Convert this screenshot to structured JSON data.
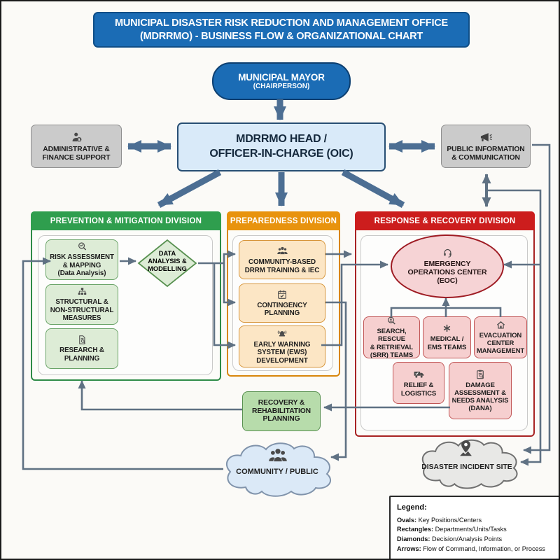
{
  "colors": {
    "primary_blue": "#1b6cb5",
    "head_fill": "#d9eaf9",
    "gray_box": "#cbcbcb",
    "green_header": "#2f9e4e",
    "green_box": "#ddecd6",
    "orange_header": "#e8930e",
    "orange_box": "#fce6c5",
    "red_header": "#cc1d1d",
    "pink_box": "#f6cfcf",
    "recovery_green": "#b7dcab",
    "arrow_thick": "#4c6e93",
    "arrow_thin": "#5f7183"
  },
  "title": {
    "line1": "MUNICIPAL DISASTER RISK REDUCTION AND MANAGEMENT OFFICE",
    "line2": "(MDRRMO) - BUSINESS FLOW & ORGANIZATIONAL CHART"
  },
  "mayor": {
    "line1": "MUNICIPAL MAYOR",
    "line2": "(CHAIRPERSON)"
  },
  "head": {
    "line1": "MDRRMO HEAD /",
    "line2": "OFFICER-IN-CHARGE (OIC)"
  },
  "admin": {
    "label": "ADMINISTRATIVE &\nFINANCE SUPPORT",
    "icon": "person-finance-icon"
  },
  "public_info": {
    "label": "PUBLIC INFORMATION\n& COMMUNICATION",
    "icon": "megaphone-icon"
  },
  "prevention": {
    "header": "PREVENTION & MITIGATION DIVISION",
    "boxes": [
      {
        "label": "RISK ASSESSMENT\n& MAPPING\n(Data Analysis)",
        "icon": "chart-search-icon"
      },
      {
        "label": "STRUCTURAL &\nNON-STRUCTURAL\nMEASURES",
        "icon": "hierarchy-icon"
      },
      {
        "label": "RESEARCH &\nPLANNING",
        "icon": "doc-search-icon"
      }
    ],
    "diamond": {
      "label": "DATA\nANALYSIS &\nMODELLING"
    }
  },
  "preparedness": {
    "header": "PREPAREDNESS DIVISION",
    "boxes": [
      {
        "label": "COMMUNITY-BASED\nDRRM TRAINING & IEC",
        "icon": "people-icon"
      },
      {
        "label": "CONTINGENCY\nPLANNING",
        "icon": "calendar-check-icon"
      },
      {
        "label": "EARLY WARNING\nSYSTEM (EWS)\nDEVELOPMENT",
        "icon": "siren-icon"
      }
    ]
  },
  "response": {
    "header": "RESPONSE & RECOVERY DIVISION",
    "eoc": {
      "label": "EMERGENCY\nOPERATIONS CENTER\n(EOC)",
      "icon": "headset-icon"
    },
    "teams": [
      {
        "label": "SEARCH, RESCUE\n& RETRIEVAL\n(SRR) TEAMS",
        "icon": "person-search-icon"
      },
      {
        "label": "MEDICAL /\nEMS TEAMS",
        "icon": "medical-icon"
      },
      {
        "label": "EVACUATION\nCENTER\nMANAGEMENT",
        "icon": "house-icon"
      },
      {
        "label": "RELIEF &\nLOGISTICS",
        "icon": "truck-icon"
      },
      {
        "label": "DAMAGE\nASSESSMENT &\nNEEDS ANALYSIS\n(DANA)",
        "icon": "clipboard-search-icon"
      }
    ]
  },
  "recovery": {
    "label": "RECOVERY &\nREHABILITATION\nPLANNING"
  },
  "community": {
    "label": "COMMUNITY / PUBLIC",
    "icon": "people-icon"
  },
  "incident": {
    "label": "DISASTER INCIDENT SITE",
    "icon": "map-pin-icon"
  },
  "legend": {
    "title": "Legend:",
    "items": [
      {
        "term": "Ovals:",
        "desc": " Key Positions/Centers"
      },
      {
        "term": "Rectangles:",
        "desc": " Departments/Units/Tasks"
      },
      {
        "term": "Diamonds:",
        "desc": " Decision/Analysis Points"
      },
      {
        "term": "Arrows:",
        "desc": " Flow of Command, Information, or Process"
      }
    ]
  }
}
